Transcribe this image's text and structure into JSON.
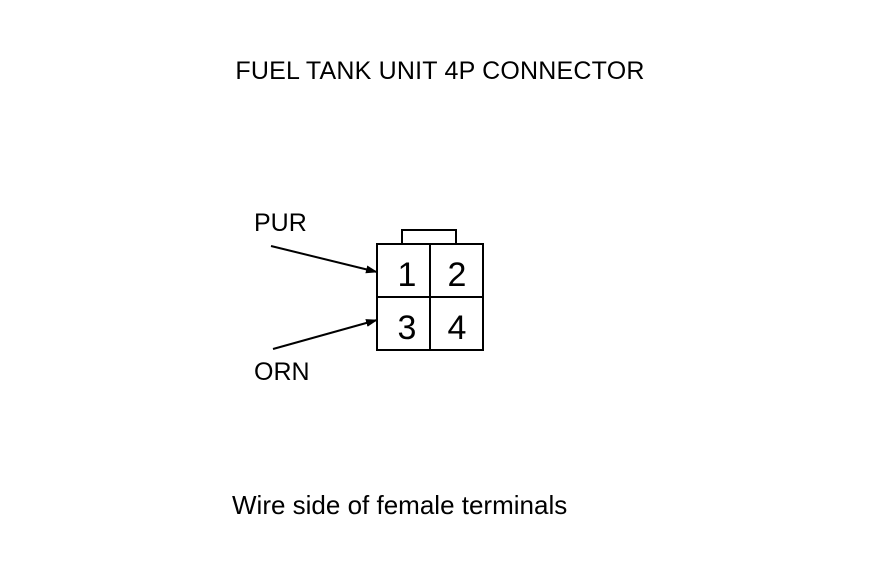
{
  "title": "FUEL TANK UNIT 4P CONNECTOR",
  "connector": {
    "pins": [
      {
        "number": "1",
        "wire": "PUR"
      },
      {
        "number": "2",
        "wire": ""
      },
      {
        "number": "3",
        "wire": "ORN"
      },
      {
        "number": "4",
        "wire": ""
      }
    ]
  },
  "wire_labels": {
    "pin1": "PUR",
    "pin3": "ORN"
  },
  "caption": "Wire side of female terminals"
}
